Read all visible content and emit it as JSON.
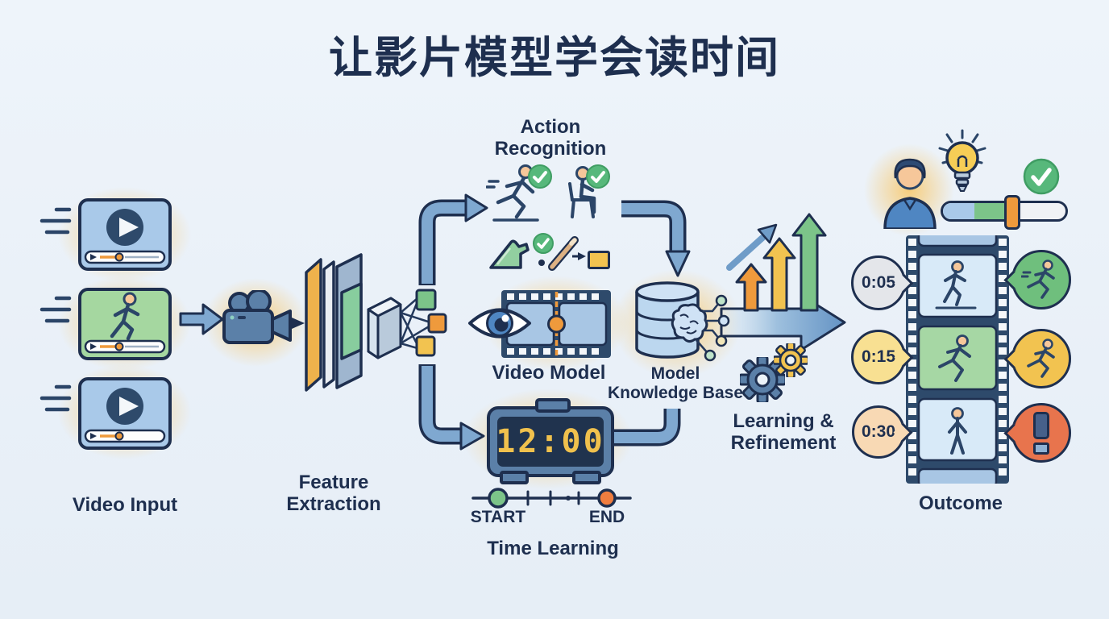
{
  "header": {
    "title": "让影片模型学会读时间"
  },
  "video_input": {
    "label": "Video Input",
    "thumbnails": [
      {
        "type": "play-video",
        "background": "#a9c9e9"
      },
      {
        "type": "walking-person-video",
        "background": "#a5d7a0"
      },
      {
        "type": "play-video",
        "background": "#a9c9e9"
      }
    ]
  },
  "feature_extraction": {
    "label_line1": "Feature",
    "label_line2": "Extraction",
    "feature_squares": [
      "#7cc489",
      "#ef9a3c",
      "#f2c350"
    ]
  },
  "action_recognition": {
    "label_line1": "Action",
    "label_line2": "Recognition",
    "recognized_actions": [
      "running",
      "sitting"
    ]
  },
  "video_model": {
    "label": "Video Model"
  },
  "knowledge_base": {
    "label_line1": "Model",
    "label_line2": "Knowledge Base"
  },
  "time_learning": {
    "label": "Time Learning",
    "clock_time": "12:00",
    "start_label": "START",
    "end_label": "END"
  },
  "learning_refinement": {
    "label_line1": "Learning &",
    "label_line2": "Refinement"
  },
  "outcome": {
    "label": "Outcome",
    "frames": [
      {
        "time": "0:05",
        "frame_action": "walking",
        "result_icon": "running-person",
        "bubble_color": "#e4e6ea",
        "result_color": "#6fbf7d"
      },
      {
        "time": "0:15",
        "frame_action": "running",
        "result_icon": "running-person",
        "bubble_color": "#f8e092",
        "result_color": "#f2c350"
      },
      {
        "time": "0:30",
        "frame_action": "standing",
        "result_icon": "exclamation",
        "bubble_color": "#f8d9b4",
        "result_color": "#e8744d"
      }
    ]
  },
  "colors": {
    "navy": "#1e2f4f",
    "steel": "#7fa8d0",
    "steelDark": "#6493c4",
    "cardBlue": "#a9c9e9",
    "cardGreen": "#a5d7a0",
    "frameBlue": "#d8eaf8",
    "green": "#7cc489",
    "checkGreen": "#57b87b",
    "orange": "#ef9a3c",
    "yellow": "#f2c350",
    "slate": "#5b80a8",
    "screenNavy": "#20334e",
    "digitYellow": "#f0c14d",
    "skin": "#f6c79a",
    "glow": "#f7cb76",
    "alertOrange": "#e8744d",
    "shirtBlue": "#4f86c2",
    "bulbYellow": "#f6cd56"
  }
}
